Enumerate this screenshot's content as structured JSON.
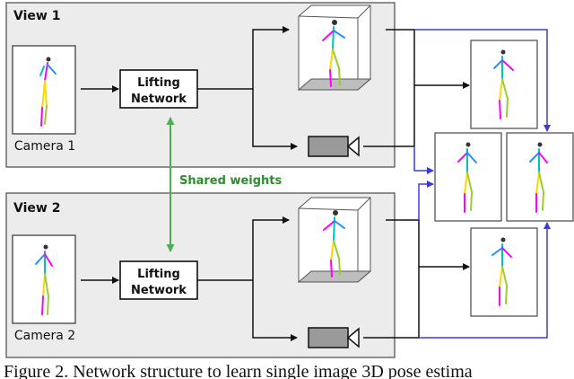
{
  "views": [
    {
      "title": "View 1",
      "camera_label": "Camera 1",
      "network_label_line1": "Lifting",
      "network_label_line2": "Network"
    },
    {
      "title": "View 2",
      "camera_label": "Camera 2",
      "network_label_line1": "Lifting",
      "network_label_line2": "Network"
    }
  ],
  "shared_weights_label": "Shared weights",
  "caption": "Figure 2. Network structure to learn single image 3D pose estima",
  "colors": {
    "panel_fill": "#ececec",
    "panel_border": "#555555",
    "shared_arrow": "#4caf50",
    "shared_text": "#2e8b2e",
    "blue_arrow": "#3b3bdc",
    "camera_fill": "#9a9a9a"
  }
}
